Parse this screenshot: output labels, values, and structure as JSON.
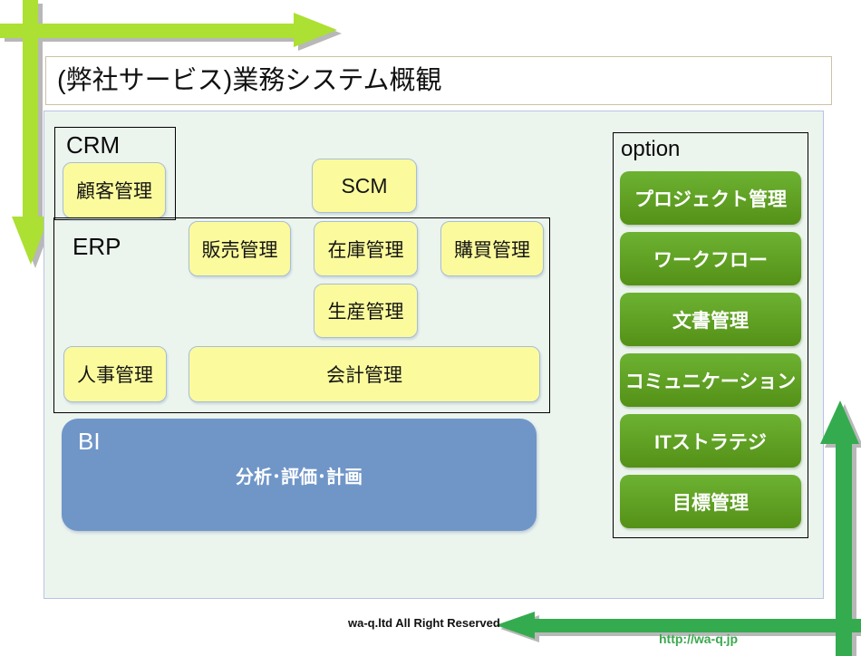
{
  "title": "(弊社サービス)業務システム概観",
  "diagram": {
    "crm": {
      "label": "CRM",
      "item": "顧客管理"
    },
    "scm_label": "SCM",
    "erp": {
      "label": "ERP",
      "row1": [
        "販売管理",
        "在庫管理",
        "購買管理"
      ],
      "row2": [
        "生産管理"
      ],
      "row3": [
        "人事管理",
        "会計管理"
      ]
    },
    "bi": {
      "label": "BI",
      "text": "分析･評価･計画"
    },
    "option": {
      "label": "option",
      "items": [
        "プロジェクト管理",
        "ワークフロー",
        "文書管理",
        "コミュニケーション",
        "ITストラテジ",
        "目標管理"
      ]
    }
  },
  "footer": {
    "copyright": "wa-q.ltd All Right Reserved",
    "url": "http://wa-q.jp"
  },
  "colors": {
    "arrow_chartreuse": "#ace032",
    "arrow_green": "#35ab50",
    "button_yellow": "#fbfb9d",
    "button_green": "#5a9e23",
    "bi_blue": "#7096c8",
    "panel_bg": "#ecf4ee"
  }
}
